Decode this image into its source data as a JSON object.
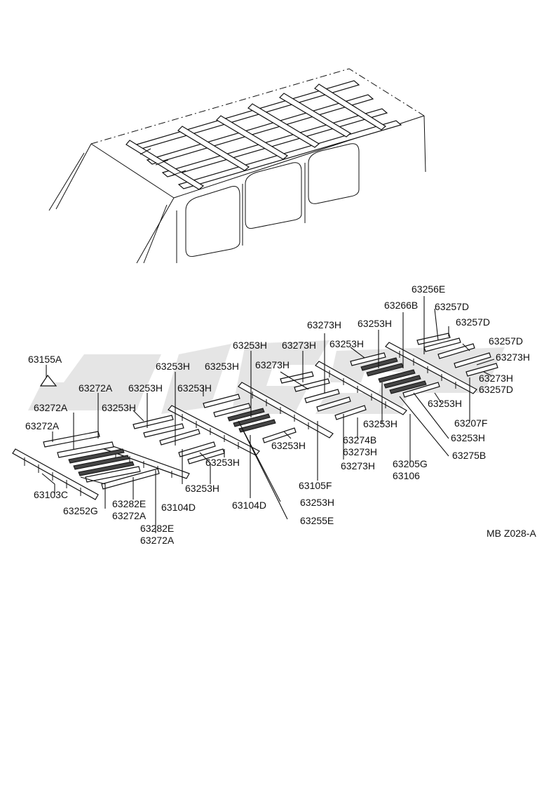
{
  "diagram_code": "MB Z028-A",
  "watermark_color": "#d8d8d8",
  "labels": {
    "p63256E": "63256E",
    "p63266B": "63266B",
    "p63257D_1": "63257D",
    "p63257D_2": "63257D",
    "p63257D_3": "63257D",
    "p63273H_1": "63273H",
    "p63253H_1": "63253H",
    "p63273H_2": "63273H",
    "p63253H_2": "63253H",
    "p63273H_3": "63273H",
    "p63253H_3": "63253H",
    "p63273H_4": "63273H",
    "p63253H_4": "63253H",
    "p63273H_5": "63273H",
    "p63155A": "63155A",
    "p63253H_5": "63253H",
    "p63272A_1": "63272A",
    "p63253H_6": "63253H",
    "p63253H_7": "63253H",
    "p63257D_4": "63257D",
    "p63253H_8": "63253H",
    "p63272A_2": "63272A",
    "p63253H_9": "63253H",
    "p63207F": "63207F",
    "p63272A_3": "63272A",
    "p63253H_10": "63253H",
    "p63253H_11": "63253H",
    "p63274B": "63274B",
    "p63273H_6": "63273H",
    "p63275B": "63275B",
    "p63253H_12": "63253H",
    "p63205G": "63205G",
    "p63106": "63106",
    "p63273H_7": "63273H",
    "p63105F": "63105F",
    "p63103C": "63103C",
    "p63253H_13": "63253H",
    "p63104D_1": "63104D",
    "p63104D_2": "63104D",
    "p63282E_1": "63282E",
    "p63272A_4": "63272A",
    "p63252G": "63252G",
    "p63253H_14": "63253H",
    "p63255E": "63255E",
    "p63282E_2": "63282E",
    "p63272A_5": "63272A"
  }
}
